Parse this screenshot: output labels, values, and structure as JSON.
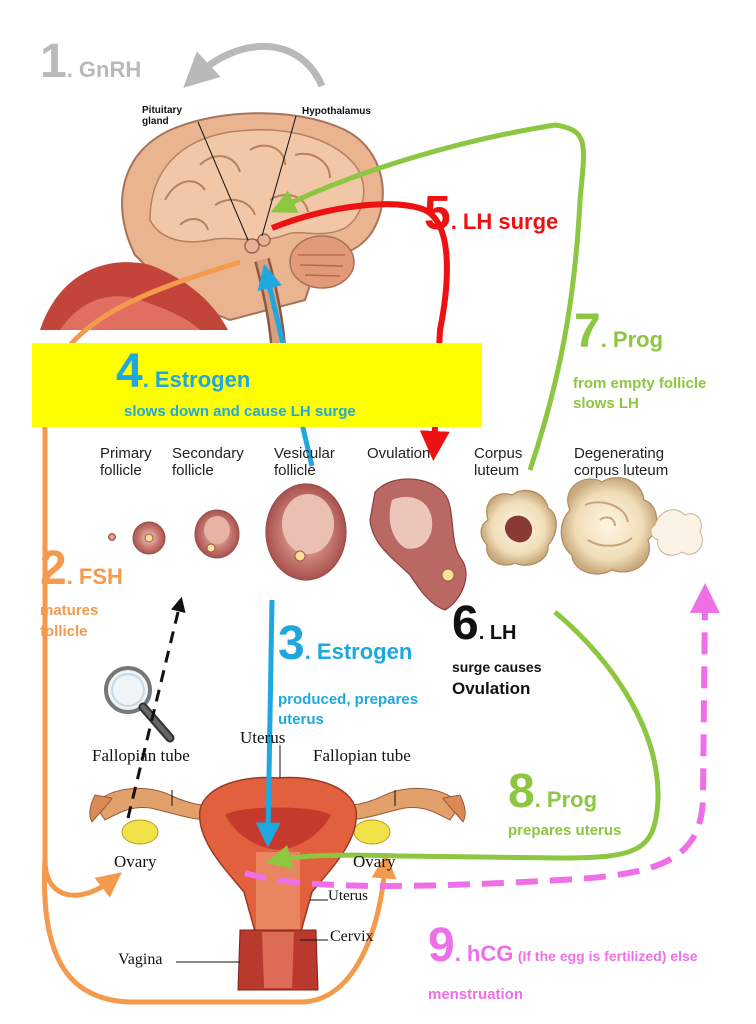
{
  "colors": {
    "gnrh": "#b9b9b9",
    "fsh": "#f39a4c",
    "estrogen": "#1fa8e0",
    "lh_surge": "#ee1111",
    "lh": "#111111",
    "prog": "#8dc641",
    "hcg": "#ee6fe6",
    "highlight": "#ffff00"
  },
  "brain": {
    "pituitary": "Pituitary gland",
    "hypothalamus": "Hypothalamus"
  },
  "steps": [
    {
      "num": "1",
      "label": ". GnRH",
      "desc": ""
    },
    {
      "num": "2",
      "label": ". FSH",
      "desc": "matures follicle"
    },
    {
      "num": "3",
      "label": ". Estrogen",
      "desc": "produced, prepares uterus"
    },
    {
      "num": "4",
      "label": ". Estrogen",
      "desc": "slows down and cause LH surge"
    },
    {
      "num": "5",
      "label": ". LH surge",
      "desc": ""
    },
    {
      "num": "6",
      "label": ". LH",
      "desc": "surge causes Ovulation"
    },
    {
      "num": "7",
      "label": ". Prog",
      "desc": "from empty follicle slows LH"
    },
    {
      "num": "8",
      "label": ". Prog",
      "desc": "prepares  uterus"
    },
    {
      "num": "9",
      "label": ". hCG",
      "note": "(If the egg is fertilized) else",
      "desc": "menstruation"
    }
  ],
  "step2_desc_lines": [
    "matures",
    "follicle"
  ],
  "step3_desc_lines": [
    "produced, prepares",
    "uterus"
  ],
  "step6_desc_lines": [
    "surge causes",
    "Ovulation"
  ],
  "step7_desc_lines": [
    "from empty follicle",
    "slows LH"
  ],
  "follicle_stages": [
    {
      "line1": "Primary",
      "line2": "follicle"
    },
    {
      "line1": "Secondary",
      "line2": "follicle"
    },
    {
      "line1": "Vesicular",
      "line2": "follicle"
    },
    {
      "line1": "Ovulation",
      "line2": ""
    },
    {
      "line1": "Corpus",
      "line2": "luteum"
    },
    {
      "line1": "Degenerating",
      "line2": "corpus luteum"
    }
  ],
  "uterus": {
    "fallopian_left": "Fallopian tube",
    "fallopian_right": "Fallopian tube",
    "uterus_top": "Uterus",
    "ovary_left": "Ovary",
    "ovary_right": "Ovary",
    "uterus_inner": "Uterus",
    "cervix": "Cervix",
    "vagina": "Vagina"
  },
  "icons": [
    "magnifier-icon"
  ]
}
